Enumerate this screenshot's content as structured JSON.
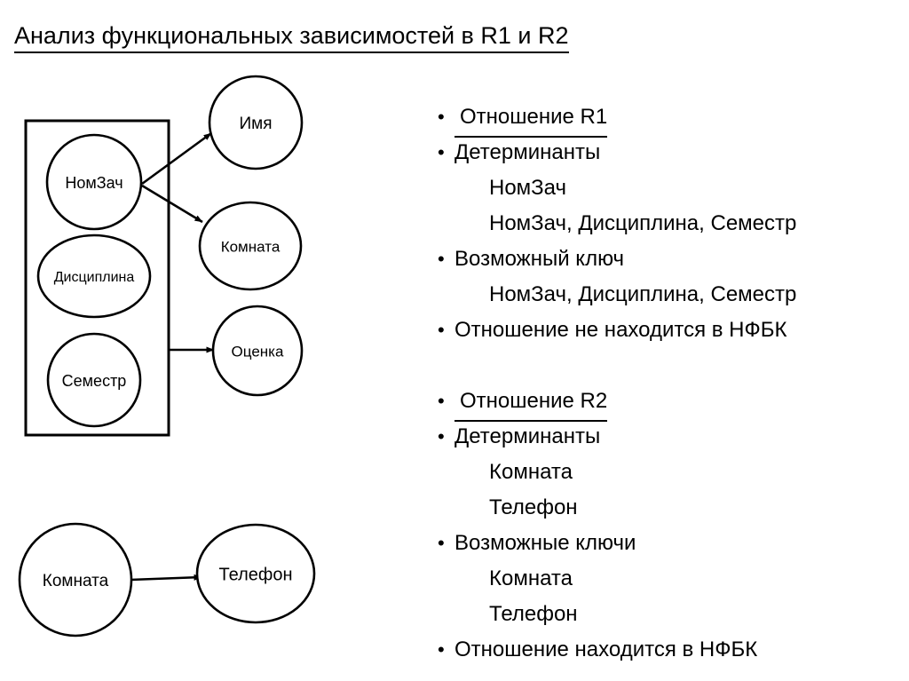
{
  "slide": {
    "title": "Анализ функциональных зависимостей в R1 и R2"
  },
  "diagram": {
    "relation_r1": {
      "group_box_label": "determinant-group-box",
      "determinant_nodes": [
        {
          "id": "nomzach",
          "label": "НомЗач"
        },
        {
          "id": "disciplina",
          "label": "Дисциплина"
        },
        {
          "id": "semestr",
          "label": "Семестр"
        }
      ],
      "dependent_nodes": [
        {
          "id": "imya",
          "label": "Имя"
        },
        {
          "id": "komnata",
          "label": "Комната"
        },
        {
          "id": "ocenka",
          "label": "Оценка"
        }
      ],
      "arrows": [
        {
          "from": "nomzach",
          "to": "imya"
        },
        {
          "from": "nomzach",
          "to": "komnata"
        },
        {
          "from": "group-box",
          "to": "ocenka"
        }
      ]
    },
    "relation_r2": {
      "nodes": [
        {
          "id": "komnata2",
          "label": "Комната"
        },
        {
          "id": "telefon",
          "label": "Телефон"
        }
      ],
      "arrows": [
        {
          "from": "komnata2",
          "to": "telefon"
        }
      ]
    }
  },
  "content": {
    "r1": [
      {
        "level": 1,
        "underlined": true,
        "text": "Отношение R1"
      },
      {
        "level": 1,
        "underlined": false,
        "text": "Детерминанты"
      },
      {
        "level": 2,
        "underlined": false,
        "text": "НомЗач"
      },
      {
        "level": 2,
        "underlined": false,
        "text": "НомЗач, Дисциплина, Семестр"
      },
      {
        "level": 1,
        "underlined": false,
        "text": "Возможный ключ"
      },
      {
        "level": 2,
        "underlined": false,
        "text": "НомЗач, Дисциплина, Семестр"
      },
      {
        "level": 1,
        "underlined": false,
        "text": "Отношение не находится в НФБК"
      }
    ],
    "r2": [
      {
        "level": 1,
        "underlined": true,
        "text": "Отношение R2"
      },
      {
        "level": 1,
        "underlined": false,
        "text": "Детерминанты"
      },
      {
        "level": 2,
        "underlined": false,
        "text": "Комната"
      },
      {
        "level": 2,
        "underlined": false,
        "text": "Телефон"
      },
      {
        "level": 1,
        "underlined": false,
        "text": "Возможные ключи"
      },
      {
        "level": 2,
        "underlined": false,
        "text": "Комната"
      },
      {
        "level": 2,
        "underlined": false,
        "text": "Телефон"
      },
      {
        "level": 1,
        "underlined": false,
        "text": "Отношение находится в НФБК"
      }
    ]
  },
  "colors": {
    "ink": "#000000",
    "background": "#ffffff"
  }
}
